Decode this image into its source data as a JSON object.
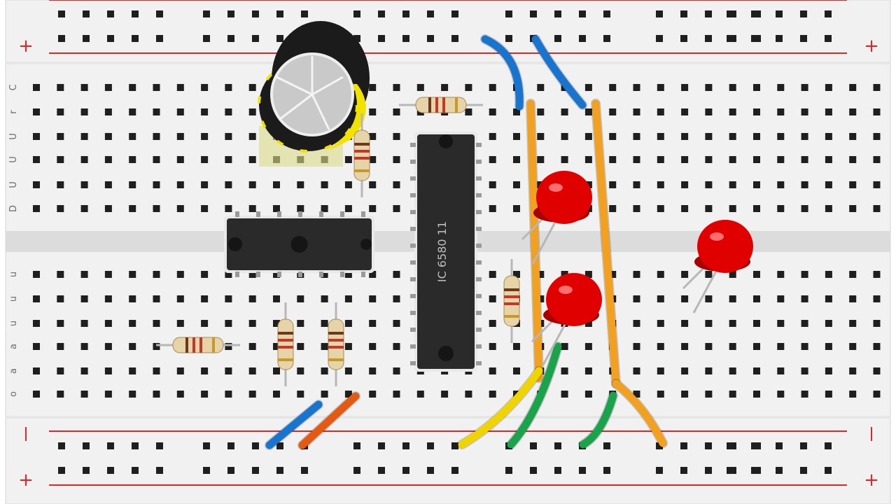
{
  "board": {
    "colors": {
      "board": "#f1f1f1",
      "hole": "#1f1f1f",
      "rail_line": "#d9292b",
      "channel": "#dcdcdc",
      "label": "#6a6a6a"
    },
    "rail_symbol": "+",
    "row_letters_top": [
      "C",
      "r",
      "U",
      "U",
      "U",
      "D"
    ],
    "row_letters_bottom": [
      "u",
      "u",
      "u",
      "a",
      "a",
      "o"
    ]
  },
  "chips": [
    {
      "name": "ic-14pin",
      "color": "#2a2a2a"
    },
    {
      "name": "ic-28pin",
      "color": "#2a2a2a",
      "marking": "IC 6580 11"
    }
  ],
  "capacitor": {
    "body_color": "#1b1b1b",
    "stripe_color": "#f2e200",
    "top_color": "#c9c9c9"
  },
  "leds": [
    {
      "name": "led-top",
      "color": "#e00000"
    },
    {
      "name": "led-middle",
      "color": "#e00000"
    },
    {
      "name": "led-right",
      "color": "#e00000"
    }
  ],
  "resistors": [
    {
      "name": "resistor-top-horizontal",
      "body": "#e7d3a8"
    },
    {
      "name": "resistor-near-capacitor",
      "body": "#e7d3a8"
    },
    {
      "name": "resistor-left-horizontal",
      "body": "#e7d3a8"
    },
    {
      "name": "resistor-bottom-left",
      "body": "#e7d3a8"
    },
    {
      "name": "resistor-bottom-right",
      "body": "#e7d3a8"
    },
    {
      "name": "resistor-led",
      "body": "#e7d3a8"
    }
  ],
  "wires": {
    "blue": "#1874cd",
    "orange": "#f2a01f",
    "red_orange": "#e35a12",
    "yellow": "#f0d400",
    "green": "#1aa34a"
  }
}
